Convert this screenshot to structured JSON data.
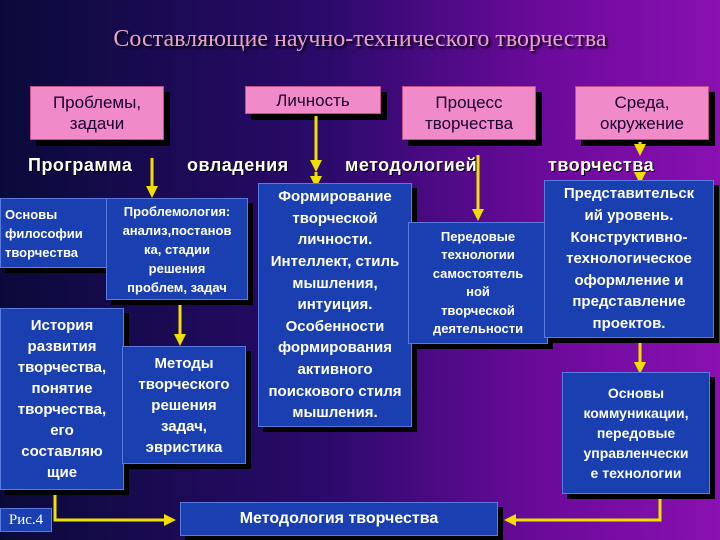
{
  "title": "Составляющие научно-технического творчества",
  "top_boxes": {
    "problems": "Проблемы,\nзадачи",
    "personality": "Личность",
    "process": "Процесс\nтворчества",
    "environment": "Среда,\nокружение"
  },
  "row": {
    "program": "Программа",
    "mastery": "овладения",
    "methodology": "методологией",
    "creativity": "творчества"
  },
  "boxes": {
    "foundations": "Основы\nфилософии\nтворчества",
    "problemology": "Проблемология:\nанализ,постанов\nка, стадии\nрешения\nпроблем, задач",
    "history": "История\nразвития\nтворчества,\nпонятие\nтворчества,\nего\nсоставляю\nщие",
    "methods": "Методы\nтворческого\nрешения\nзадач,\nэвристика",
    "formation": "Формирование\nтворческой\nличности.\nИнтеллект, стиль\nмышления,\nинтуиция.\nОсобенности\nформирования\nактивного\nпоискового стиля\nмышления.",
    "advanced": "Передовые\nтехнологии\nсамостоятель\nной\nтворческой\nдеятельности",
    "representative": "Представительск\nий уровень.\nКонструктивно-\nтехнологическое\nоформление и\nпредставление\nпроектов.",
    "communication": "Основы\nкоммуникации,\nпередовые\nуправленчески\nе технологии",
    "methodology_bottom": "Методология творчества"
  },
  "figure_label": "Рис.4",
  "colors": {
    "pink": "#f08ac8",
    "blue": "#1a3fb0",
    "arrow": "#f0e000"
  }
}
